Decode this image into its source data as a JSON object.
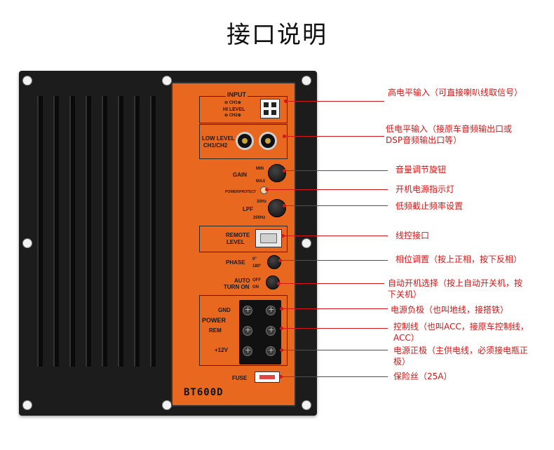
{
  "title": "接口说明",
  "panel": {
    "input_label": "INPUT",
    "ch1_label": "⊖ CH1⊕",
    "hilevel_label": "HI LEVEL",
    "ch2_label": "⊖ CH2⊕",
    "lowlevel_label_1": "LOW LEVEL",
    "lowlevel_label_2": "CH1/CH2",
    "min_label": "MIN",
    "gain_label": "GAIN",
    "max_label": "MAX",
    "power_protect_label": "POWER/PROTECT",
    "hz30_label": "30Hz",
    "lpf_label": "LPF",
    "hz200_label": "200Hz",
    "remote_label_1": "REMOTE",
    "remote_label_2": "LEVEL",
    "phase_label": "PHASE",
    "phase_0_label": "0°",
    "phase_180_label": "180°",
    "auto_label": "AUTO",
    "turnon_label": "TURN ON",
    "off_label": "OFF",
    "on_label": "ON",
    "power_label": "POWER",
    "gnd_label": "GND",
    "rem_label": "REM",
    "v12_label": "+12V",
    "fuse_label": "FUSE",
    "brand": "BT600D"
  },
  "annotations": [
    {
      "text": "高电平输入（可直接喇叭线取信号）"
    },
    {
      "line1": "低电平输入（接原车音频输出口或",
      "line2": "DSP音频输出口等）"
    },
    {
      "text": "音量调节旋钮"
    },
    {
      "text": "开机电源指示灯"
    },
    {
      "text": "低频截止频率设置"
    },
    {
      "text": "线控接口"
    },
    {
      "text": "相位调置（按上正相，按下反相）"
    },
    {
      "line1": "自动开机选择（按上自动开关机，按",
      "line2": "下关机）"
    },
    {
      "text": "电源负极（也叫地线，接搭铁）"
    },
    {
      "line1": "控制线（也叫ACC，接原车控制线，",
      "line2": "ACC）"
    },
    {
      "line1": "电源正极（主供电线，必须接电瓶正",
      "line2": "极）"
    },
    {
      "text": "保险丝（25A）"
    }
  ],
  "colors": {
    "panel_orange": "#e8681f",
    "annotation_red": "#d41616",
    "heatsink": "#1c1c1c"
  }
}
